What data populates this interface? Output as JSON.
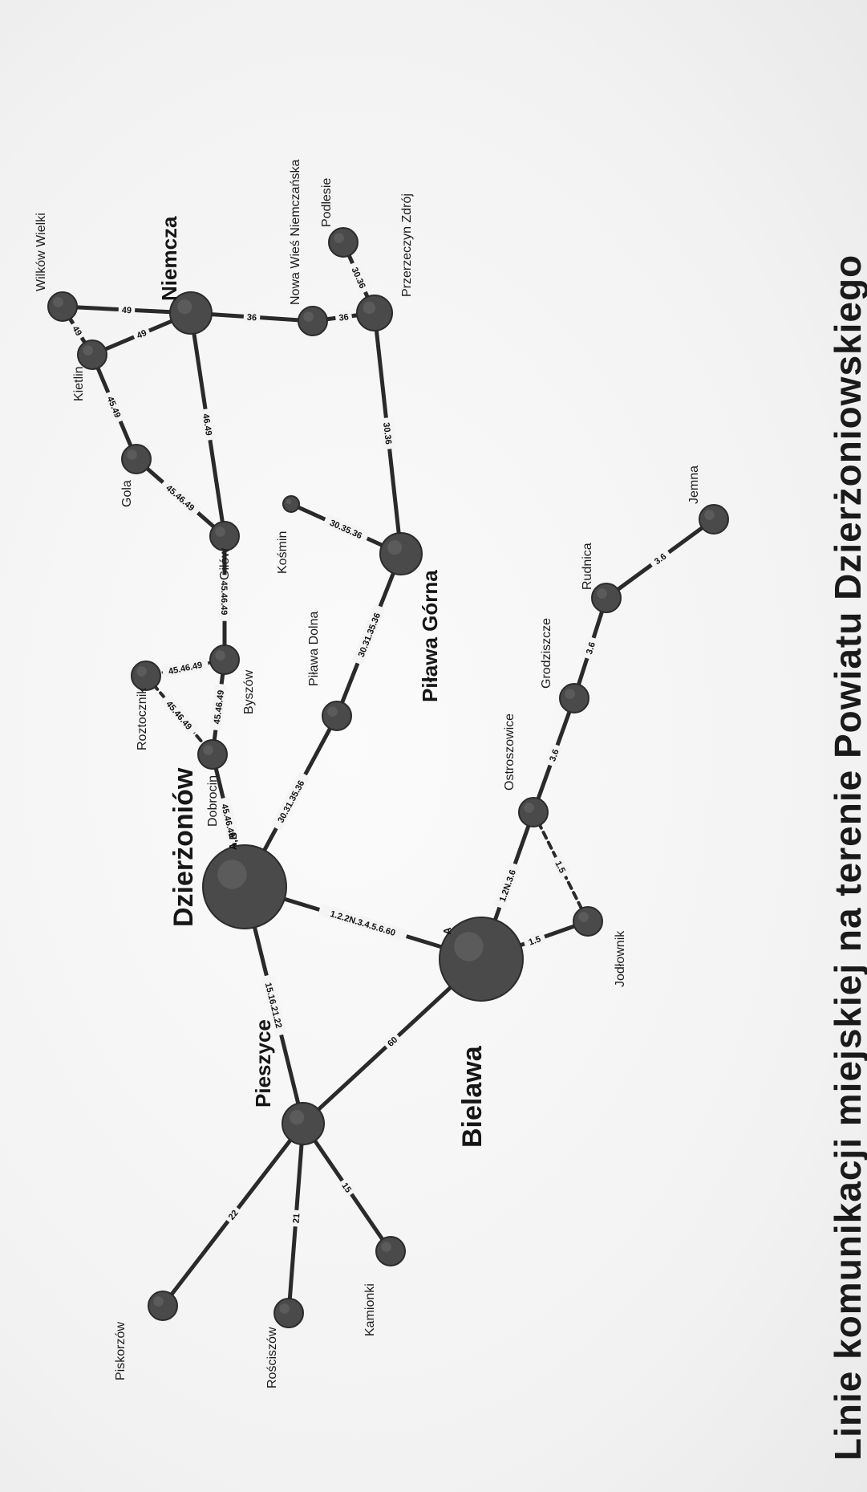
{
  "title": "Linie komunikacji miejskiej na terenie Powiatu Dzierżoniowskiego",
  "colors": {
    "node": "#4a4a4a",
    "edge": "#2a2a2a",
    "text": "#1b1b1b"
  },
  "nodes": [
    {
      "id": "dzierzoniow",
      "label": "Dzierżoniów",
      "size": "city",
      "terminal": "A,B"
    },
    {
      "id": "bielawa",
      "label": "Bielawa",
      "size": "city",
      "terminal": "A"
    },
    {
      "id": "pieszyce",
      "label": "Pieszyce",
      "size": "town"
    },
    {
      "id": "pilawa_gorna",
      "label": "Piława Górna",
      "size": "town"
    },
    {
      "id": "niemcza",
      "label": "Niemcza",
      "size": "town"
    },
    {
      "id": "przerzeczyn",
      "label": "Przerzeczyn Zdrój",
      "size": "mid"
    },
    {
      "id": "wilkow",
      "label": "Wilków Wielki",
      "size": "small"
    },
    {
      "id": "kietlin",
      "label": "Kietlin",
      "size": "small"
    },
    {
      "id": "gola",
      "label": "Gola",
      "size": "small"
    },
    {
      "id": "gilow",
      "label": "Gilów",
      "size": "small"
    },
    {
      "id": "byszow",
      "label": "Byszów",
      "size": "small"
    },
    {
      "id": "roztocznik",
      "label": "Roztocznik",
      "size": "small"
    },
    {
      "id": "dobrocin",
      "label": "Dobrocin",
      "size": "small"
    },
    {
      "id": "nowa_wies",
      "label": "Nowa Wieś Niemczańska",
      "size": "small"
    },
    {
      "id": "podlesie",
      "label": "Podlesie",
      "size": "small"
    },
    {
      "id": "kosmin",
      "label": "Kośmin",
      "size": "tiny"
    },
    {
      "id": "pilawa_dolna",
      "label": "Piława Dolna",
      "size": "small"
    },
    {
      "id": "ostroszowice",
      "label": "Ostroszowice",
      "size": "small"
    },
    {
      "id": "grodziszcze",
      "label": "Grodziszcze",
      "size": "small"
    },
    {
      "id": "rudnica",
      "label": "Rudnica",
      "size": "small"
    },
    {
      "id": "jemna",
      "label": "Jemna",
      "size": "small"
    },
    {
      "id": "jodlownik",
      "label": "Jodłownik",
      "size": "small"
    },
    {
      "id": "piskorzow",
      "label": "Piskorzów",
      "size": "small"
    },
    {
      "id": "roscisow",
      "label": "Rościszów",
      "size": "small"
    },
    {
      "id": "kamionki",
      "label": "Kamionki",
      "size": "small"
    }
  ],
  "edges": [
    {
      "from": "dzierzoniow",
      "to": "bielawa",
      "lines": "1.2.2N.3.4.5.6.60"
    },
    {
      "from": "dzierzoniow",
      "to": "pieszyce",
      "lines": "15.16.21.22"
    },
    {
      "from": "bielawa",
      "to": "pieszyce",
      "lines": "60"
    },
    {
      "from": "dzierzoniow",
      "to": "pilawa_dolna",
      "lines": "30.31.35.36"
    },
    {
      "from": "pilawa_dolna",
      "to": "pilawa_gorna",
      "lines": "30.31.35.36"
    },
    {
      "from": "pilawa_gorna",
      "to": "kosmin",
      "lines": "30.35.36"
    },
    {
      "from": "pilawa_gorna",
      "to": "przerzeczyn",
      "lines": "30.36"
    },
    {
      "from": "przerzeczyn",
      "to": "podlesie",
      "lines": "30.36"
    },
    {
      "from": "przerzeczyn",
      "to": "nowa_wies",
      "lines": "36"
    },
    {
      "from": "nowa_wies",
      "to": "niemcza",
      "lines": "36"
    },
    {
      "from": "niemcza",
      "to": "wilkow",
      "lines": "49"
    },
    {
      "from": "wilkow",
      "to": "kietlin",
      "lines": "49"
    },
    {
      "from": "niemcza",
      "to": "kietlin",
      "lines": "49"
    },
    {
      "from": "kietlin",
      "to": "gola",
      "lines": "45.49"
    },
    {
      "from": "gola",
      "to": "gilow",
      "lines": "45.46.49"
    },
    {
      "from": "niemcza",
      "to": "gilow",
      "lines": "46.49"
    },
    {
      "from": "gilow",
      "to": "byszow",
      "lines": "45.46.49"
    },
    {
      "from": "byszow",
      "to": "roztocznik",
      "lines": "45.46.49"
    },
    {
      "from": "roztocznik",
      "to": "dobrocin",
      "lines": "45.46.49"
    },
    {
      "from": "byszow",
      "to": "dobrocin",
      "lines": "45.46.49"
    },
    {
      "from": "dobrocin",
      "to": "dzierzoniow",
      "lines": "45.46.49"
    },
    {
      "from": "bielawa",
      "to": "ostroszowice",
      "lines": "1.2N.3.6"
    },
    {
      "from": "ostroszowice",
      "to": "jodlownik",
      "lines": "1.5"
    },
    {
      "from": "bielawa",
      "to": "jodlownik",
      "lines": "1.5"
    },
    {
      "from": "ostroszowice",
      "to": "grodziszcze",
      "lines": "3.6"
    },
    {
      "from": "grodziszcze",
      "to": "rudnica",
      "lines": "3.6"
    },
    {
      "from": "rudnica",
      "to": "jemna",
      "lines": "3.6"
    },
    {
      "from": "pieszyce",
      "to": "piskorzow",
      "lines": "22"
    },
    {
      "from": "pieszyce",
      "to": "roscisow",
      "lines": "21"
    },
    {
      "from": "pieszyce",
      "to": "kamionki",
      "lines": "15"
    }
  ]
}
